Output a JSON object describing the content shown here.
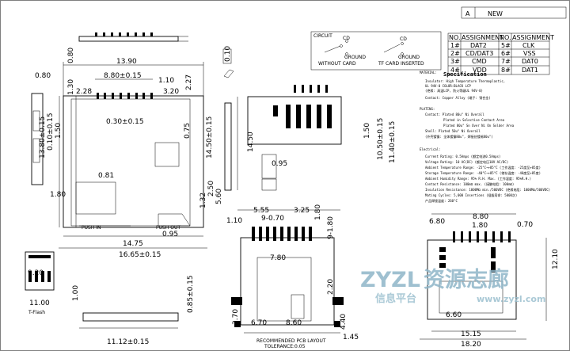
{
  "revision": {
    "letter": "A",
    "note": "NEW"
  },
  "circuit": {
    "title": "CIRCUIT",
    "left_caption": "WITHOUT CARD",
    "right_caption": "TF CARD INSERTED",
    "cd": "CD",
    "ground": "GROUND"
  },
  "pin_table": {
    "headers": [
      "NO.",
      "ASSIGNMENT",
      "NO.",
      "ASSIGNMENT"
    ],
    "rows": [
      [
        "1#",
        "DAT2",
        "5#",
        "CLK"
      ],
      [
        "2#",
        "CD/DAT3",
        "6#",
        "VSS"
      ],
      [
        "3#",
        "CMD",
        "7#",
        "DAT0"
      ],
      [
        "4#",
        "VDD",
        "8#",
        "DAT1"
      ]
    ]
  },
  "spec": {
    "material_head": "MATERIAL:",
    "material_lines": [
      "Insulator: High Temperature Thermoplastic,",
      "UL 94V-0 COLOR:BLACK LCP",
      "(绝缘: 高温LCP, 防火等级UL 94V-0)",
      "Contact: Copper Alloy (端子: 铜合金)"
    ],
    "title": "Specification",
    "plating_head": "PLATING:",
    "plating_lines": [
      "Contact: Plated 80u\" Ni Overall",
      "Plated in Selective Contact Area",
      "Plated 80u\" Sn Over Ni On Solder Area",
      "Shell: Plated 50u\" Ni Overall",
      "(外壳镀镍: 全体镀镍80u\", 焊接处镀锡80u\")"
    ],
    "electrical_head": "Electrical:",
    "electrical_lines": [
      "Current Rating: 0.5Amps (额定电流0.5Amps)",
      "Voltage Rating: 10 AC(DC) (额定电压10V AC/DC)",
      "Ambient Temperature Range: -25°C~+85°C (工作温度: -25度至+85度)",
      "Storage Temperature Range: -40°C~+85°C (储存温度: -40度至+85度)",
      "Ambient Humidity Range: 95% R.H. Max. (工作湿度: 95%R.H.)",
      "Contact Resistance: 100mΩ max. (接触电阻: 100mΩ)",
      "Insulation Resistance: 1000MΩ min./500VDC (绝缘电阻: 1000MΩ/500VDC)",
      "Mating Cycles: 5,000 Insertions (插拔寿命: 5000次)",
      "产品焊接温度: 260°C"
    ]
  },
  "dims": {
    "d080_top": "0.80",
    "d130": "1.30",
    "d010": "0.10",
    "d139": "13.90",
    "d080_left": "0.80",
    "d880": "8.80±0.15",
    "d110": "1.10",
    "d320": "3.20",
    "d228": "2.28",
    "d227": "2.27",
    "d030": "0.30±0.15",
    "d1380": "13.80±0.15",
    "d010b": "0.10±0.15",
    "d150": "1.50",
    "d075": "0.75",
    "d1450a": "14.50±0.15",
    "d180": "1.80",
    "d081": "0.81",
    "d250": "2.50",
    "d132": "1.32",
    "d560": "5.60",
    "d095": "0.95",
    "d1475": "14.75",
    "d1665": "16.65±0.15",
    "push_in": "PUSH IN",
    "push_out": "PUSH OUT",
    "d1450b": "14.50",
    "d150b": "1.50",
    "d1050": "10.50±0.15",
    "d1140": "11.40±0.15",
    "d095b": "0.95",
    "d555": "5.55",
    "d325": "3.25",
    "d180b": "1.80",
    "d110b": "1.10",
    "d9070": "9-0.70",
    "d9180": "9-1.80",
    "d780": "7.80",
    "d220": "2.20",
    "d370": "3.70",
    "d670": "6.70",
    "d860": "8.60",
    "d145": "1.45",
    "d440": "4.40",
    "pcb_title": "RECOMMENDED PCB LAYOUT",
    "pcb_tol": "TOLERANCE:0.05",
    "d680": "6.80",
    "d880b": "8.80",
    "d180c": "1.80",
    "d070": "0.70",
    "d1210": "12.10",
    "d660": "6.60",
    "d1515": "15.15",
    "d1820": "18.20",
    "d920": "9.20",
    "d1100": "11.00",
    "tflash": "T-Flash",
    "d100": "1.00",
    "d085": "0.85±0.15",
    "d1112": "11.12±0.15"
  },
  "watermark": {
    "brand": "ZYZL",
    "cn": "资源志",
    "tail": "廊",
    "sub": "信息平台",
    "url": "www.zyzl.com"
  }
}
